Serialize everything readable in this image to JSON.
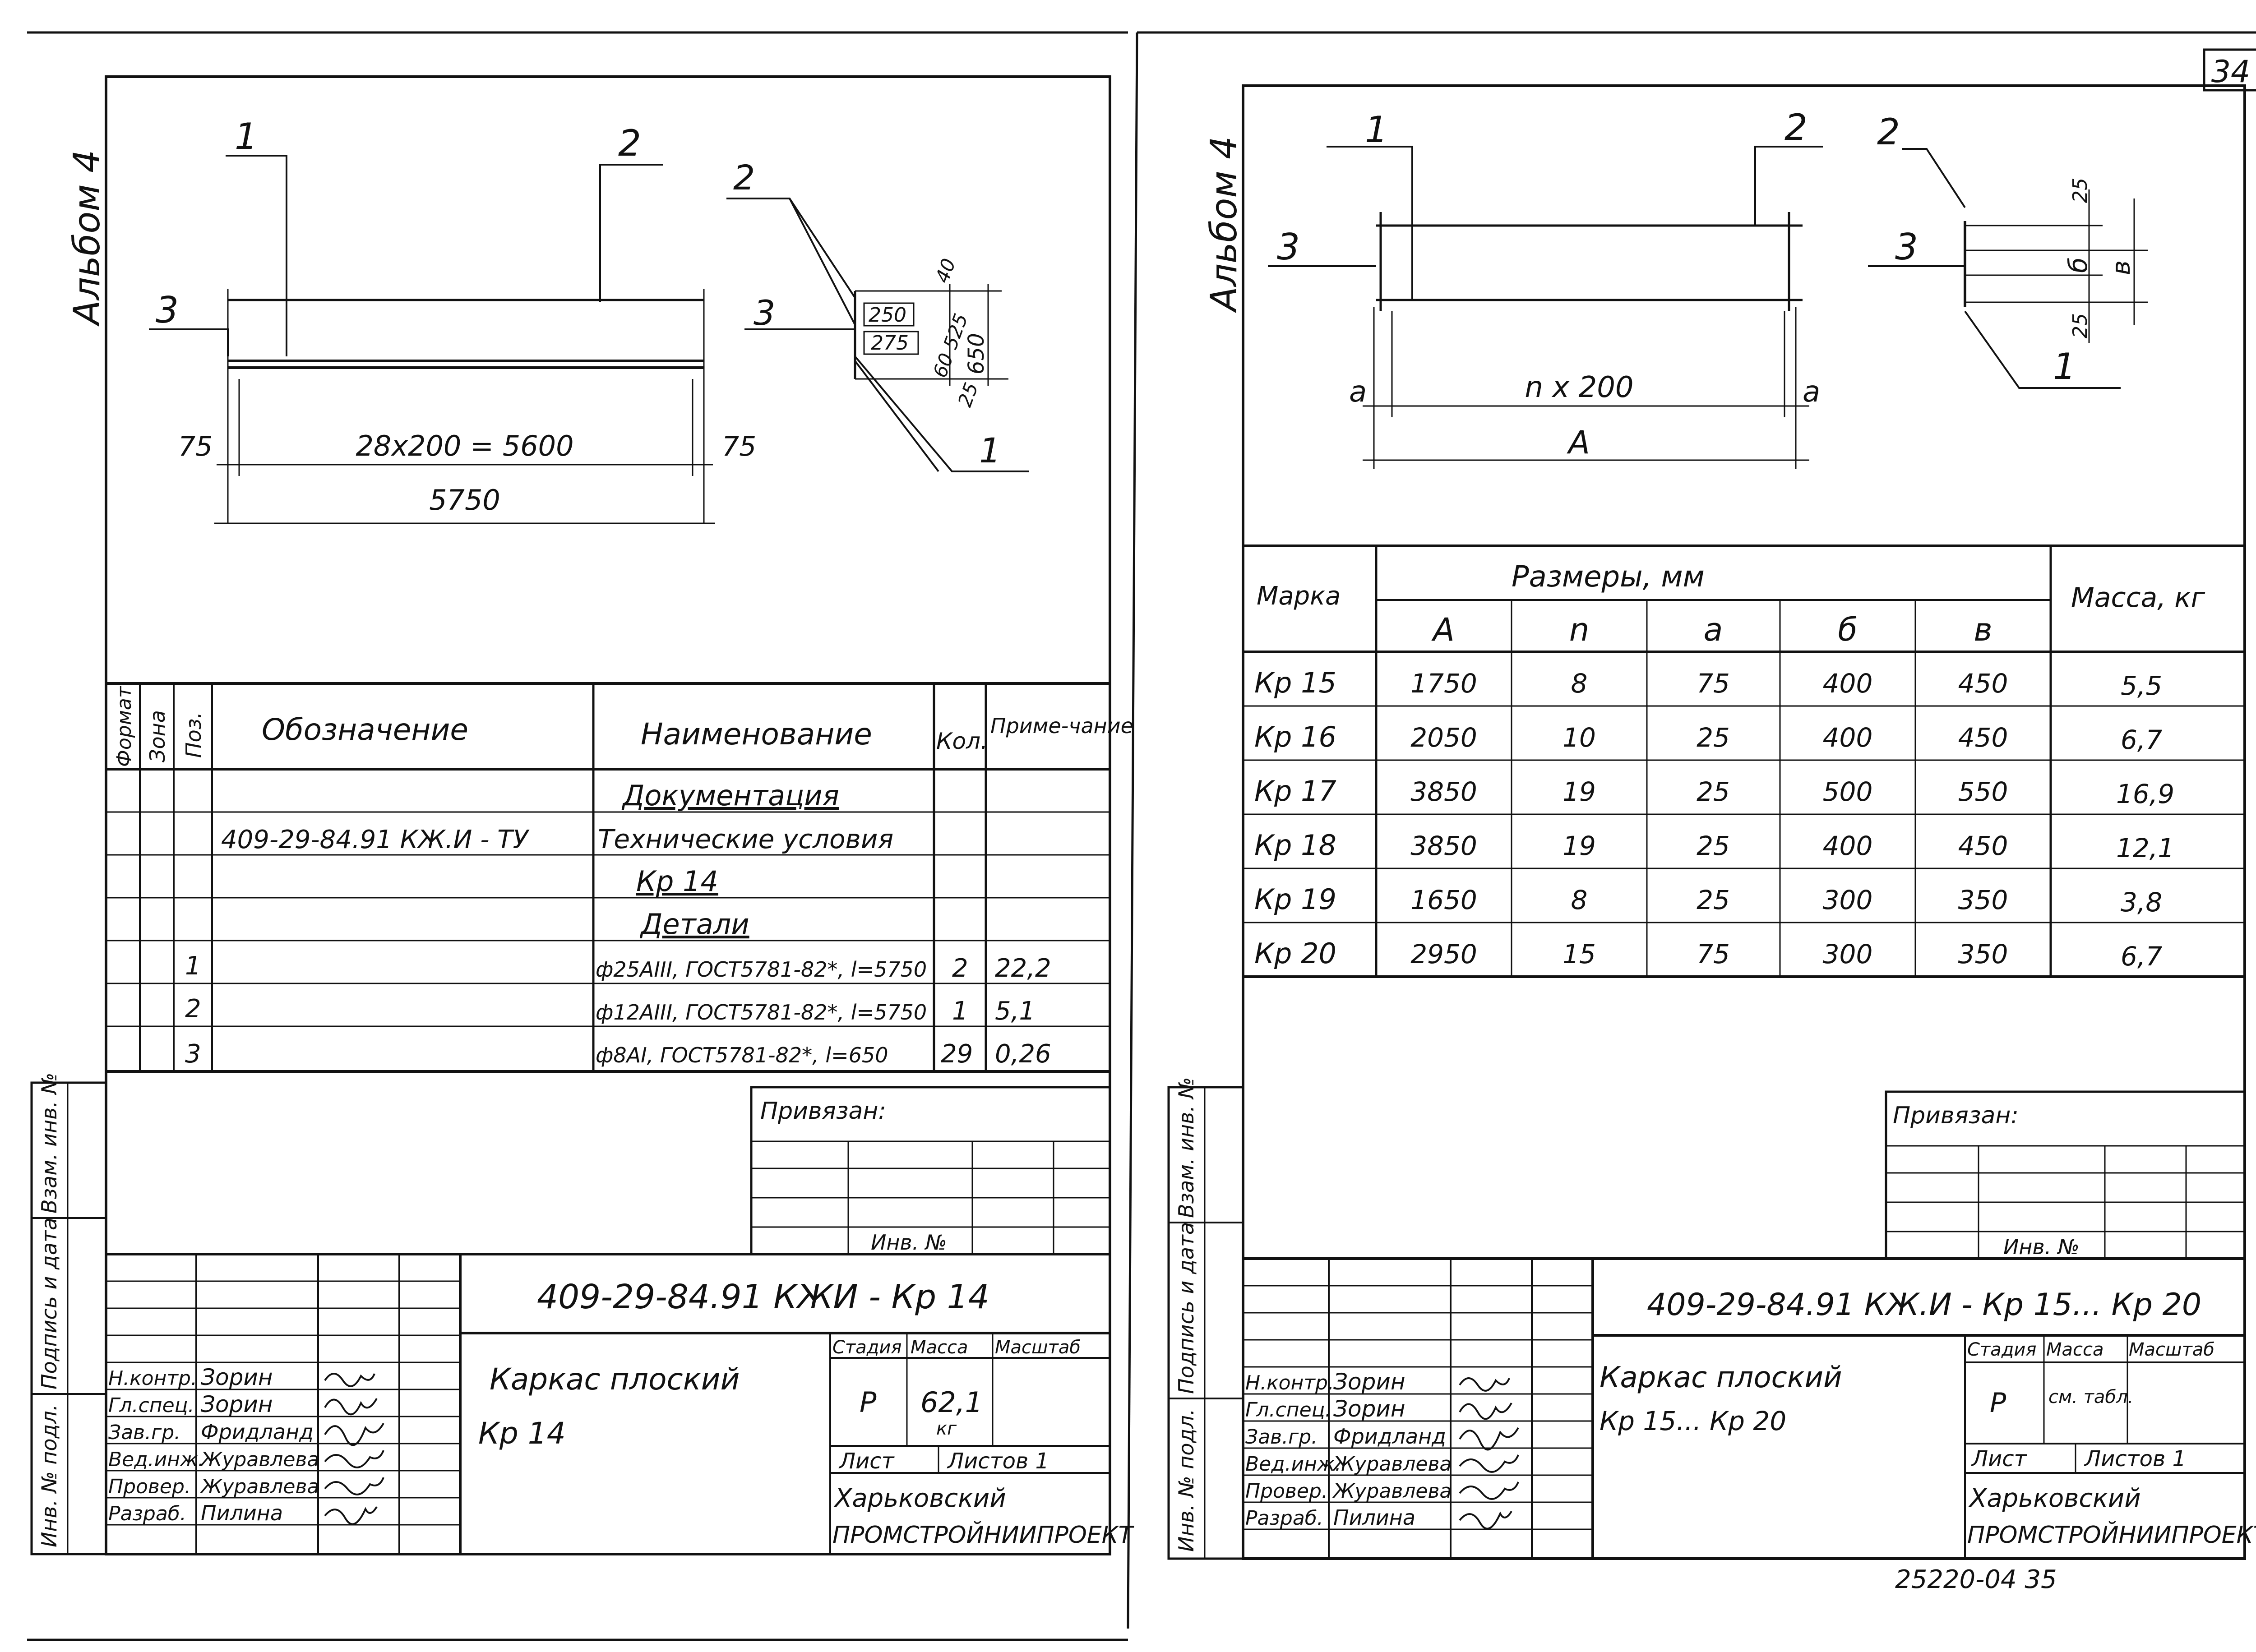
{
  "page_number": "34",
  "bottom_code": "25220-04   35",
  "left_sheet": {
    "album_label": "Альбом 4",
    "drawing": {
      "pos1": "1",
      "pos2": "2",
      "pos3": "3",
      "dim_span": "28x200 = 5600",
      "dim_edge_left": "75",
      "dim_edge_right": "75",
      "dim_total": "5750",
      "section_pos2": "2",
      "section_pos3": "3",
      "section_pos1": "1",
      "sec_250": "250",
      "sec_275": "275",
      "sec_40": "40",
      "sec_525": "60 525",
      "sec_25": "25",
      "sec_650": "650"
    },
    "spec": {
      "headers": {
        "format": "Формат",
        "zone": "Зона",
        "pos": "Поз.",
        "designation": "Обозначение",
        "name": "Наименование",
        "qty": "Кол.",
        "note": "Приме-чание"
      },
      "rows": [
        {
          "pos": "",
          "designation": "",
          "name": "Документация",
          "qty": "",
          "note": ""
        },
        {
          "pos": "",
          "designation": "409-29-84.91 КЖ.И - ТУ",
          "name": "Технические условия",
          "qty": "",
          "note": ""
        },
        {
          "pos": "",
          "designation": "",
          "name": "Кр 14",
          "qty": "",
          "note": ""
        },
        {
          "pos": "",
          "designation": "",
          "name": "Детали",
          "qty": "",
          "note": ""
        },
        {
          "pos": "1",
          "designation": "",
          "name": "ф25AIII, ГОСТ5781-82*, l=5750",
          "qty": "2",
          "note": "22,2"
        },
        {
          "pos": "2",
          "designation": "",
          "name": "ф12AIII, ГОСТ5781-82*, l=5750",
          "qty": "1",
          "note": "5,1"
        },
        {
          "pos": "3",
          "designation": "",
          "name": "ф8AI, ГОСТ5781-82*, l=650",
          "qty": "29",
          "note": "0,26"
        }
      ]
    },
    "side_labels": {
      "inv_podl": "Инв. № подл.",
      "podp_data": "Подпись и дата",
      "vzam_inv": "Взам. инв. №"
    },
    "privyazan": "Привязан:",
    "inv_no": "Инв. №",
    "title_block": {
      "doc_code": "409-29-84.91  КЖИ - Кр 14",
      "title_line1": "Каркас плоский",
      "title_line2": "Кр 14",
      "stage_label": "Стадия",
      "mass_label": "Масса",
      "scale_label": "Масштаб",
      "stage": "Р",
      "mass": "62,1",
      "mass_unit": "кг",
      "sheet_label": "Лист",
      "sheets_label": "Листов 1",
      "org_line1": "Харьковский",
      "org_line2": "ПРОМСТРОЙНИИПРОЕКТ",
      "people": [
        {
          "role": "Н.контр.",
          "name": "Зорин"
        },
        {
          "role": "Гл.спец.",
          "name": "Зорин"
        },
        {
          "role": "Зав.гр.",
          "name": "Фридланд"
        },
        {
          "role": "Вед.инж.",
          "name": "Журавлева"
        },
        {
          "role": "Провер.",
          "name": "Журавлева"
        },
        {
          "role": "Разраб.",
          "name": "Пилина"
        }
      ]
    }
  },
  "right_sheet": {
    "album_label": "Альбом 4",
    "drawing": {
      "pos1": "1",
      "pos2": "2",
      "pos3": "3",
      "dim_a_left": "a",
      "dim_a_right": "a",
      "dim_span": "n x 200",
      "dim_total": "A",
      "section_pos2": "2",
      "section_pos3": "3",
      "section_pos1": "1",
      "sec_25_top": "25",
      "sec_b": "б",
      "sec_v": "в",
      "sec_25_bot": "25"
    },
    "table": {
      "header_mark": "Марка",
      "header_sizes": "Размеры,      мм",
      "header_mass": "Масса, кг",
      "sub_headers": [
        "A",
        "n",
        "a",
        "б",
        "в"
      ],
      "rows": [
        {
          "mark": "Кр 15",
          "A": "1750",
          "n": "8",
          "a": "75",
          "b": "400",
          "v": "450",
          "mass": "5,5"
        },
        {
          "mark": "Кр 16",
          "A": "2050",
          "n": "10",
          "a": "25",
          "b": "400",
          "v": "450",
          "mass": "6,7"
        },
        {
          "mark": "Кр 17",
          "A": "3850",
          "n": "19",
          "a": "25",
          "b": "500",
          "v": "550",
          "mass": "16,9"
        },
        {
          "mark": "Кр 18",
          "A": "3850",
          "n": "19",
          "a": "25",
          "b": "400",
          "v": "450",
          "mass": "12,1"
        },
        {
          "mark": "Кр 19",
          "A": "1650",
          "n": "8",
          "a": "25",
          "b": "300",
          "v": "350",
          "mass": "3,8"
        },
        {
          "mark": "Кр 20",
          "A": "2950",
          "n": "15",
          "a": "75",
          "b": "300",
          "v": "350",
          "mass": "6,7"
        }
      ]
    },
    "side_labels": {
      "inv_podl": "Инв. № подл.",
      "podp_data": "Подпись и дата",
      "vzam_inv": "Взам. инв. №"
    },
    "privyazan": "Привязан:",
    "inv_no": "Инв. №",
    "title_block": {
      "doc_code": "409-29-84.91  КЖ.И - Кр 15... Кр 20",
      "title_line1": "Каркас плоский",
      "title_line2": "Кр 15... Кр 20",
      "stage_label": "Стадия",
      "mass_label": "Масса",
      "scale_label": "Масштаб",
      "stage": "Р",
      "mass": "см. табл.",
      "sheet_label": "Лист",
      "sheets_label": "Листов 1",
      "org_line1": "Харьковский",
      "org_line2": "ПРОМСТРОЙНИИПРОЕКТ",
      "people": [
        {
          "role": "Н.контр.",
          "name": "Зорин"
        },
        {
          "role": "Гл.спец.",
          "name": "Зорин"
        },
        {
          "role": "Зав.гр.",
          "name": "Фридланд"
        },
        {
          "role": "Вед.инж.",
          "name": "Журавлева"
        },
        {
          "role": "Провер.",
          "name": "Журавлева"
        },
        {
          "role": "Разраб.",
          "name": "Пилина"
        }
      ]
    }
  }
}
